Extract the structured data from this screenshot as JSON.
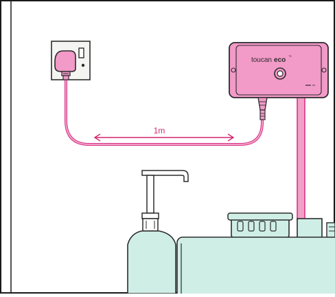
{
  "device": {
    "brand": "toucan",
    "model": "eco",
    "trademark": "™"
  },
  "cable": {
    "length_label": "1m"
  },
  "colors": {
    "frame": "#1a1a1a",
    "device_pink": "#f29ac8",
    "device_stroke": "#2b2b2b",
    "cable_pink": "#f2a0c8",
    "cable_stroke": "#d63384",
    "measure_pink": "#d6246e",
    "tank_fill": "#cfeee6",
    "tank_stroke": "#2b2b2b",
    "outlet_fill": "#f4f4f2"
  },
  "icons": [
    "wall-outlet-icon",
    "plug-icon",
    "power-button-icon",
    "pump-bottle-icon",
    "water-tank-icon"
  ]
}
